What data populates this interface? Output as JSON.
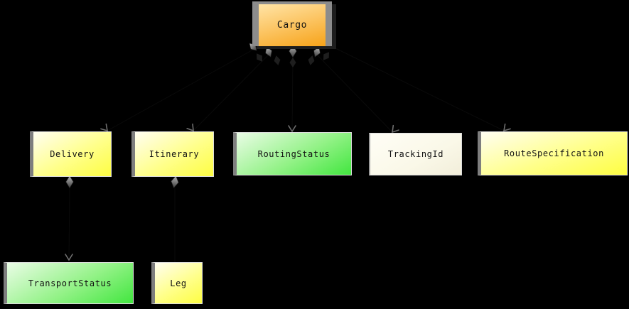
{
  "diagram": {
    "type": "uml-class-aggregation-diagram",
    "background_color": "#000000",
    "nodes": [
      {
        "id": "cargo",
        "label": "Cargo",
        "fill_top": "#ffe4a6",
        "fill_bottom": "#f7a319",
        "frame_color": "#8c8c8c"
      },
      {
        "id": "delivery",
        "label": "Delivery",
        "fill_top": "#fffef2",
        "fill_bottom": "#fdfd42"
      },
      {
        "id": "itinerary",
        "label": "Itinerary",
        "fill_top": "#fffef2",
        "fill_bottom": "#fdfd42"
      },
      {
        "id": "routing-status",
        "label": "RoutingStatus",
        "fill_top": "#eafce6",
        "fill_bottom": "#42e63f"
      },
      {
        "id": "tracking-id",
        "label": "TrackingId",
        "fill_top": "#fffef6",
        "fill_bottom": "#f2eeda"
      },
      {
        "id": "route-specification",
        "label": "RouteSpecification",
        "fill_top": "#fffef2",
        "fill_bottom": "#fdfd42"
      },
      {
        "id": "transport-status",
        "label": "TransportStatus",
        "fill_top": "#eafce6",
        "fill_bottom": "#42e63f"
      },
      {
        "id": "leg",
        "label": "Leg",
        "fill_top": "#fffef2",
        "fill_bottom": "#fdfd42"
      }
    ],
    "edges": [
      {
        "from": "Cargo",
        "to": "Delivery",
        "source_marker": "aggregation-diamond",
        "target_marker": "open-arrow"
      },
      {
        "from": "Cargo",
        "to": "Itinerary",
        "source_marker": "aggregation-diamond",
        "target_marker": "open-arrow"
      },
      {
        "from": "Cargo",
        "to": "RoutingStatus",
        "source_marker": "aggregation-diamond",
        "target_marker": "open-arrow"
      },
      {
        "from": "Cargo",
        "to": "TrackingId",
        "source_marker": "aggregation-diamond",
        "target_marker": "open-arrow"
      },
      {
        "from": "Cargo",
        "to": "RouteSpecification",
        "source_marker": "aggregation-diamond",
        "target_marker": "open-arrow"
      },
      {
        "from": "Delivery",
        "to": "TransportStatus",
        "source_marker": "aggregation-diamond",
        "target_marker": "open-arrow"
      },
      {
        "from": "Itinerary",
        "to": "Leg",
        "source_marker": "aggregation-diamond",
        "target_marker": "none"
      }
    ],
    "marker_colors": {
      "diamond_light": "#b2b2b2",
      "diamond_dark": "#4a4a4a",
      "arrow_stroke": "#6f6f6f"
    }
  }
}
